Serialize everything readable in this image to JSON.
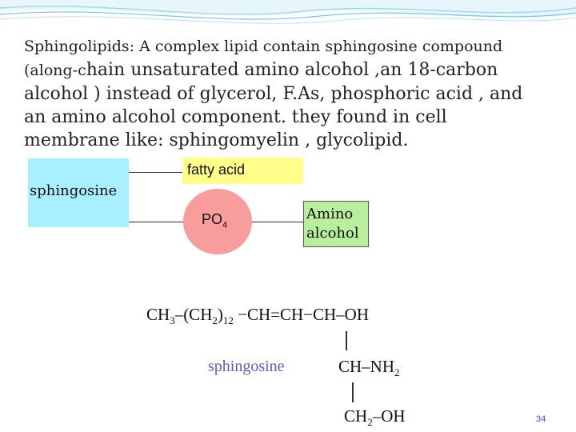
{
  "intro": {
    "line1": "Sphingolipids: A complex lipid contain sphingosine compound",
    "line2_small": "(along-c",
    "line2_big": "hain unsaturated amino alcohol ,an 18-carbon",
    "line3": "alcohol ) instead of glycerol, F.As, phosphoric acid , and",
    "line4": "an amino alcohol component. they found in cell",
    "line5": "membrane like: sphingomyelin   ,   glycolipid."
  },
  "diagram": {
    "backbone_label": "sphingosine",
    "fatty_acid_label": "fatty acid",
    "phosphate_label": "PO",
    "phosphate_sub": "4",
    "amino_line1": "Amino",
    "amino_line2": "alcohol"
  },
  "formula": {
    "ch3": "CH",
    "ch3_sub": "3",
    "dash1": "–(CH",
    "ch2_sub": "2",
    "close_paren": ")",
    "repeat_sub": "12",
    "chain": " −CH=CH−CH–OH",
    "row2": "CH–NH",
    "row2_sub": "2",
    "row3": "CH",
    "row3_sub": "2",
    "row3_tail": "–OH",
    "label": "sphingosine"
  },
  "footer": {
    "page_number": "34"
  },
  "colors": {
    "sphingosine_box": "#a8f0ff",
    "fatty_acid_box": "#ffff8a",
    "phosphate_circle": "#f99c9c",
    "amino_box": "#b8ee9c",
    "label_blue": "#5c5cc0"
  }
}
